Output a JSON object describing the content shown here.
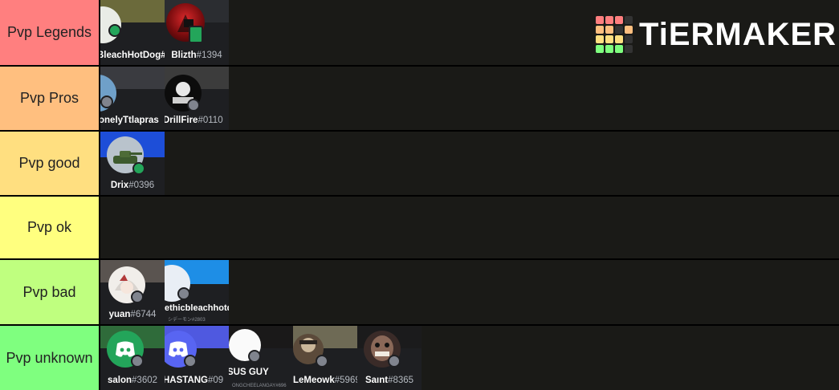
{
  "brand": {
    "logo_text": "TiERMAKER"
  },
  "colors": {
    "legends": "#ff7f7f",
    "pros": "#ffbf7f",
    "good": "#ffdf80",
    "ok": "#ffff7f",
    "bad": "#bfff7f",
    "unknown": "#7fff7f",
    "online": "#23a55a",
    "offline": "#80848e",
    "discord_blurple": "#5865f2"
  },
  "tiers": [
    {
      "label": "Pvp Legends",
      "items": [
        {
          "name": "BleachHotDog#",
          "tag": ""
        },
        {
          "name": "Blizth",
          "tag": "#1394"
        }
      ]
    },
    {
      "label": "Pvp Pros",
      "items": [
        {
          "name": "onelyTtlapras",
          "tag": ""
        },
        {
          "name": "DrillFire",
          "tag": "#0110"
        }
      ]
    },
    {
      "label": "Pvp good",
      "items": [
        {
          "name": "Drix",
          "tag": "#0396"
        }
      ]
    },
    {
      "label": "Pvp ok",
      "items": []
    },
    {
      "label": "Pvp bad",
      "items": [
        {
          "name": "yuan",
          "tag": "#6744"
        },
        {
          "name": "ethicbleachhotd",
          "tag": "",
          "subtitle": "シデーモン#2803"
        }
      ]
    },
    {
      "label": "Pvp unknown",
      "items": [
        {
          "name": "salon",
          "tag": "#3602"
        },
        {
          "name": "HASTANG",
          "tag": "#09"
        },
        {
          "name": "SUS GUY",
          "tag": "",
          "subtitle": "ONGCHEELANGAY#696"
        },
        {
          "name": "LeMeowk",
          "tag": "#5969"
        },
        {
          "name": "Saınt",
          "tag": "#8365"
        }
      ]
    }
  ]
}
